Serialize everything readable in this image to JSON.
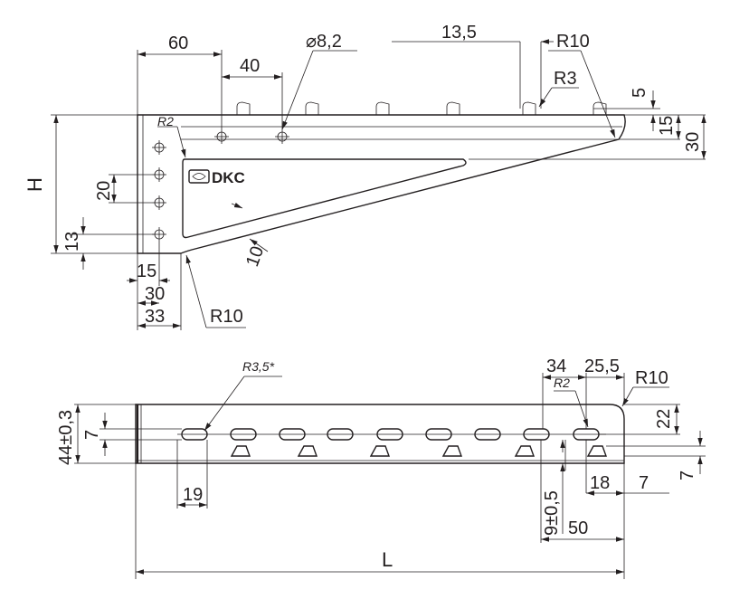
{
  "brand": {
    "logo_text": "DKC"
  },
  "top_view": {
    "dims": {
      "d60": "60",
      "d40": "40",
      "hole": "⌀8,2",
      "d13_5": "13,5",
      "r10_top": "R10",
      "r3": "R3",
      "d5": "5",
      "d15_right": "15",
      "d30_right": "30",
      "h": "H",
      "r2": "R2",
      "d20": "20",
      "d13": "13",
      "d10": "10",
      "d15_bottom": "15",
      "d30_bottom": "30",
      "d33": "33",
      "r10_bottom": "R10"
    }
  },
  "side_view": {
    "dims": {
      "r3_5": "R3,5*",
      "d34": "34",
      "d25_5": "25,5",
      "r2": "R2",
      "r10": "R10",
      "d44": "44±0,3",
      "d7_left": "7",
      "d22": "22",
      "d7_right": "7",
      "d19": "19",
      "d9": "9±0,5",
      "d18": "18",
      "d7_bottom": "7",
      "d50": "50",
      "l": "L"
    }
  }
}
